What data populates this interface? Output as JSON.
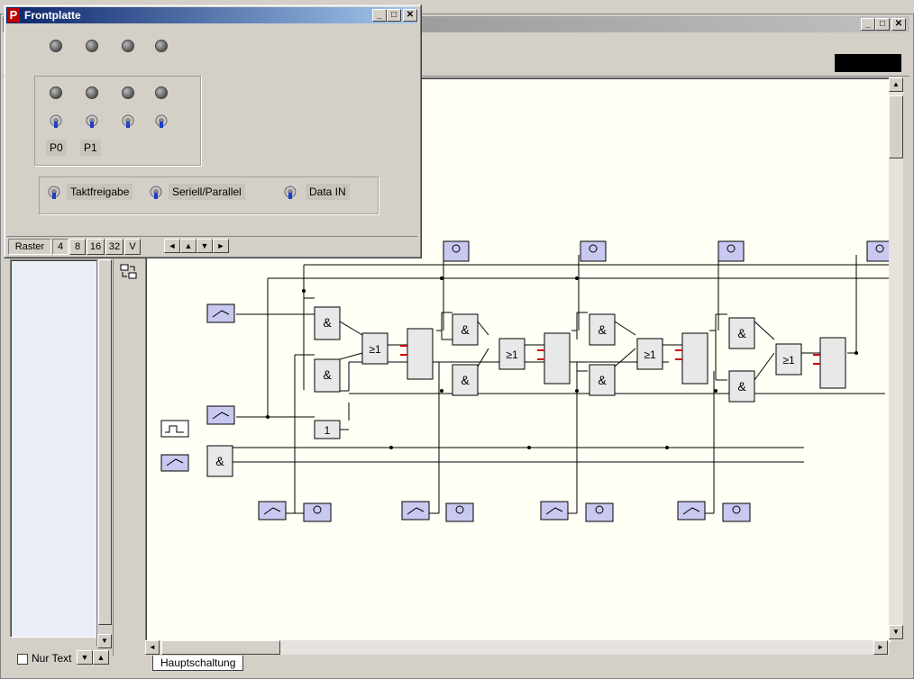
{
  "front_panel": {
    "title": "Frontplatte",
    "switch_labels": [
      "P0",
      "P1"
    ],
    "lower_switches": [
      "Taktfreigabe",
      "Seriell/Parallel",
      "Data IN"
    ],
    "raster": {
      "label": "Raster",
      "options": [
        "4",
        "8",
        "16",
        "32",
        "V"
      ]
    },
    "nav_arrows": [
      "◄",
      "▲",
      "▼",
      "►"
    ]
  },
  "main_window": {
    "title": "",
    "sheet_tab": "Hauptschaltung"
  },
  "left_panel": {
    "checkbox_label": "Nur Text",
    "nav_arrows": [
      "▼",
      "▲"
    ]
  },
  "window_buttons": {
    "minimize": "_",
    "maximize": "□",
    "close": "✕"
  },
  "circuit": {
    "and_symbol": "&",
    "or_symbol": "≥1",
    "not_symbol": "1"
  }
}
